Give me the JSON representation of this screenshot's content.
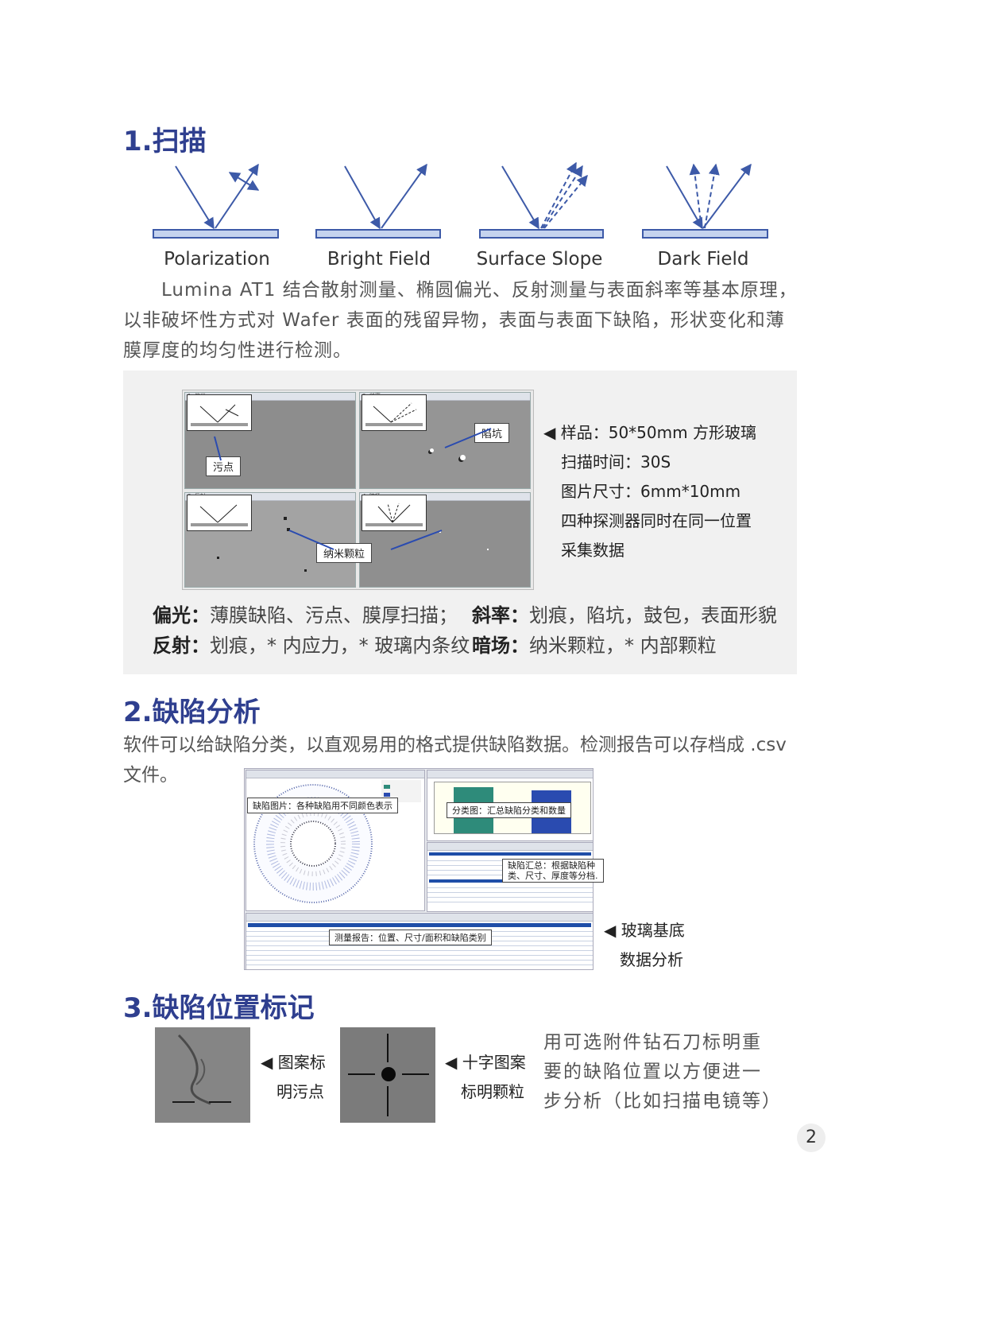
{
  "section1": {
    "heading": "1.扫描",
    "diagrams": [
      {
        "label": "Polarization",
        "icon": "polarization-diagram"
      },
      {
        "label": "Bright Field",
        "icon": "bright-field-diagram"
      },
      {
        "label": "Surface Slope",
        "icon": "surface-slope-diagram"
      },
      {
        "label": "Dark Field",
        "icon": "dark-field-diagram"
      }
    ],
    "paragraph": "Lumina AT1 结合散射测量、椭圆偏光、反射测量与表面斜率等基本原理，以非破坏性方式对 Wafer 表面的残留异物，表面与表面下缺陷，形状变化和薄膜厚度的均匀性进行检测。",
    "panel": {
      "window_titles": [
        "1. 偏光",
        "2. 斜率",
        "3. 反射",
        "4. 暗场"
      ],
      "callouts": {
        "stain": "污点",
        "pit": "陷坑",
        "nano": "纳米颗粒"
      },
      "side_lines": [
        "◀ 样品：50*50mm 方形玻璃",
        "扫描时间：30S",
        "图片尺寸：6mm*10mm",
        "四种探测器同时在同一位置",
        "采集数据"
      ],
      "features": [
        {
          "term": "偏光：",
          "desc": "薄膜缺陷、污点、膜厚扫描；"
        },
        {
          "term": "斜率：",
          "desc": "划痕，陷坑，鼓包，表面形貌"
        },
        {
          "term": "反射：",
          "desc": "划痕，* 内应力，* 玻璃内条纹"
        },
        {
          "term": "暗场：",
          "desc": "纳米颗粒，* 内部颗粒"
        }
      ]
    }
  },
  "section2": {
    "heading": "2.缺陷分析",
    "paragraph": "软件可以给缺陷分类，以直观易用的格式提供缺陷数据。检测报告可以存档成 .csv 文件。",
    "callouts": {
      "defect_image": "缺陷图片：各种缺陷用不同颜色表示",
      "classification": "分类图：汇总缺陷分类和数量",
      "summary_line1": "缺陷汇总：根据缺陷种",
      "summary_line2": "类、尺寸、厚度等分档.",
      "report": "测量报告：位置、尺寸/面积和缺陷类别"
    },
    "side_lines": [
      "◀ 玻璃基底",
      "数据分析"
    ]
  },
  "section3": {
    "heading": "3.缺陷位置标记",
    "marker1_lines": [
      "◀ 图案标",
      "明污点"
    ],
    "marker2_lines": [
      "◀ 十字图案",
      "标明颗粒"
    ],
    "paragraph_lines": [
      "用可选附件钻石刀标明重",
      "要的缺陷位置以方便进一",
      "步分析（比如扫描电镜等）"
    ]
  },
  "page_number": "2",
  "colors": {
    "heading": "#2f3f8f",
    "plate_fill": "#c5d3ee",
    "plate_stroke": "#3d5aa8",
    "arrow": "#3d5aa8",
    "bar_teal": "#2e8b7a",
    "bar_blue": "#2a4bb0"
  }
}
